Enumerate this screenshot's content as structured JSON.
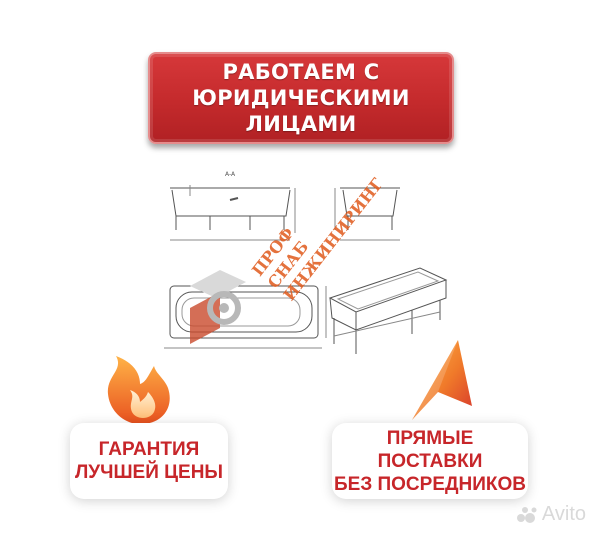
{
  "banner": {
    "line1": "РАБОТАЕМ С",
    "line2": "ЮРИДИЧЕСКИМИ ЛИЦАМИ"
  },
  "watermark": {
    "line1": "ПРОФ",
    "line2": "СНАБ",
    "line3": "ИНЖИНИРИНГ"
  },
  "cards": {
    "left": {
      "line1": "ГАРАНТИЯ",
      "line2": "ЛУЧШЕЙ ЦЕНЫ"
    },
    "right": {
      "line1": "ПРЯМЫЕ ПОСТАВКИ",
      "line2": "БЕЗ ПОСРЕДНИКОВ"
    }
  },
  "drawing": {
    "section_label": "A-A"
  },
  "brand": {
    "name": "Avito"
  },
  "colors": {
    "accent": "#c7262a",
    "orange": "#f07a2a"
  },
  "icons": [
    "flame-icon",
    "location-pin-icon",
    "bathtub-drawing",
    "avito-logo-icon"
  ]
}
